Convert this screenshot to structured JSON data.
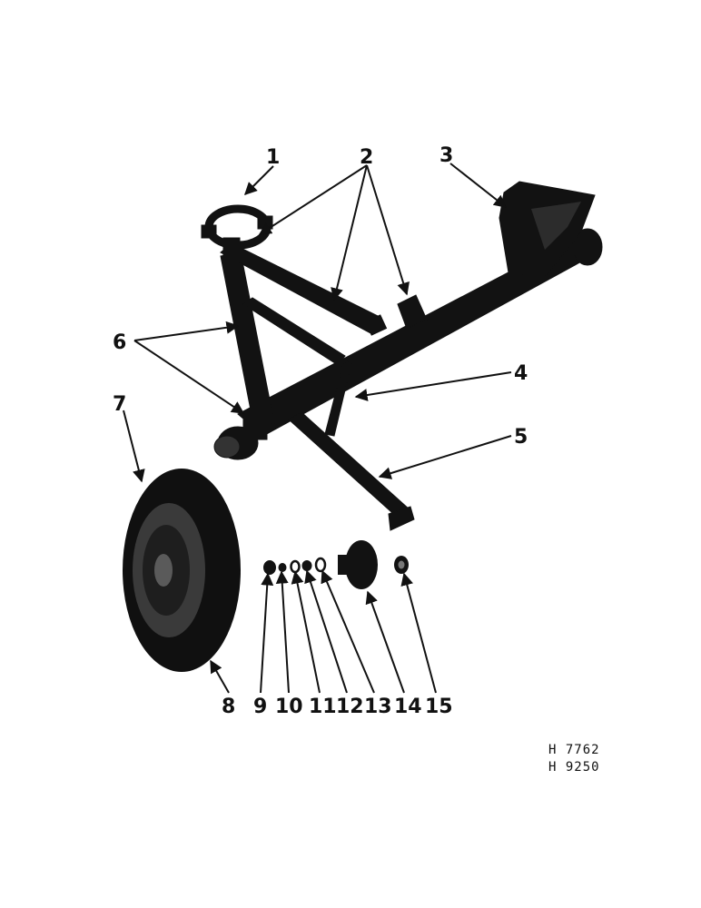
{
  "callouts": [
    "1",
    "2",
    "3",
    "4",
    "5",
    "6",
    "7",
    "8",
    "9",
    "10",
    "11",
    "12",
    "13",
    "14",
    "15"
  ],
  "drawing_codes": [
    "H 7762",
    "H 9250"
  ]
}
